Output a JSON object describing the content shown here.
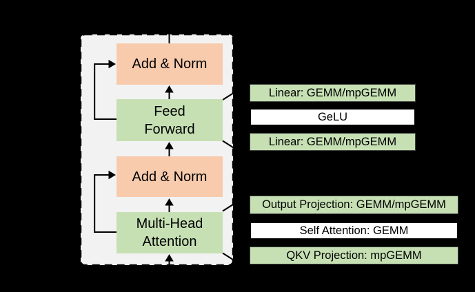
{
  "colors": {
    "background": "#000000",
    "panel_fill": "#F2F2F2",
    "panel_border": "#000000",
    "add_norm_fill": "#F8CBAD",
    "green_fill": "#C6E0B4",
    "white_fill": "#FFFFFF",
    "op_box_border": "#3F3F3F",
    "line": "#000000"
  },
  "transformer": {
    "blocks": [
      {
        "id": "add-norm-1",
        "label": "Add & Norm"
      },
      {
        "id": "feed-forward",
        "label": "Feed Forward"
      },
      {
        "id": "add-norm-2",
        "label": "Add & Norm"
      },
      {
        "id": "multi-head-attention",
        "label": "Multi-Head Attention"
      }
    ]
  },
  "ffn_ops": {
    "items": [
      {
        "label": "Linear: GEMM/mpGEMM"
      },
      {
        "label": "GeLU"
      },
      {
        "label": "Linear: GEMM/mpGEMM"
      }
    ]
  },
  "attention_ops": {
    "items": [
      {
        "label": "Output Projection: GEMM/mpGEMM"
      },
      {
        "label": "Self Attention: GEMM"
      },
      {
        "label": "QKV Projection: mpGEMM"
      }
    ]
  }
}
